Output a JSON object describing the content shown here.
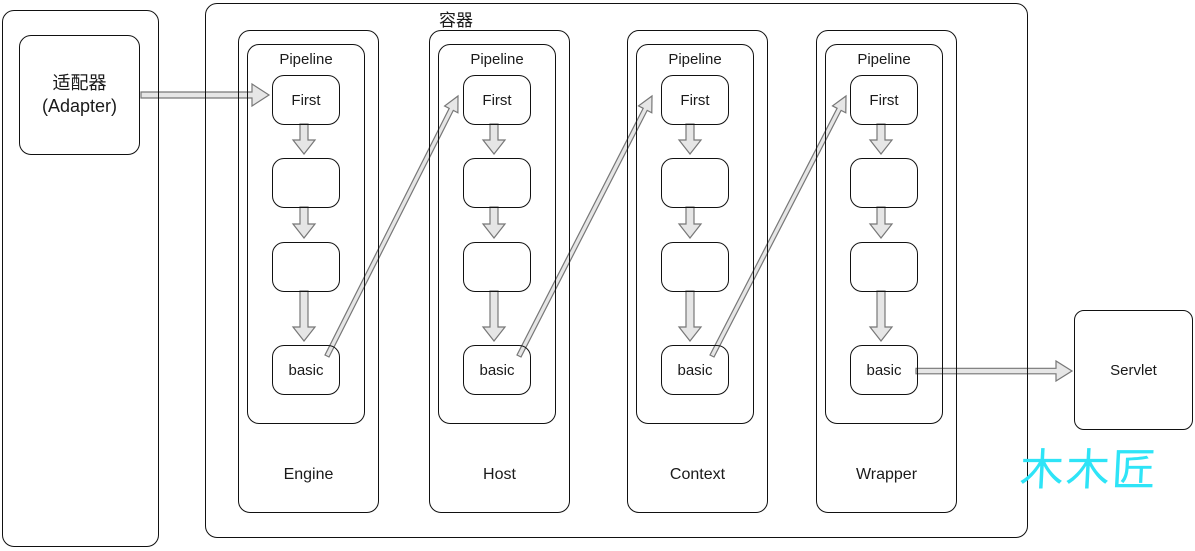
{
  "diagram": {
    "container_label": "容器",
    "adapter": {
      "title": "适配器",
      "subtitle": "(Adapter)"
    },
    "servlet": {
      "label": "Servlet"
    },
    "watermark": "木木匠",
    "columns": [
      {
        "name": "Engine",
        "pipeline": "Pipeline",
        "first": "First",
        "basic": "basic"
      },
      {
        "name": "Host",
        "pipeline": "Pipeline",
        "first": "First",
        "basic": "basic"
      },
      {
        "name": "Context",
        "pipeline": "Pipeline",
        "first": "First",
        "basic": "basic"
      },
      {
        "name": "Wrapper",
        "pipeline": "Pipeline",
        "first": "First",
        "basic": "basic"
      }
    ],
    "colors": {
      "line": "#111111",
      "arrow_fill": "#e6e6e6",
      "arrow_stroke": "#777777",
      "watermark": "#2ee4f7",
      "background": "#ffffff",
      "text": "#1a1a1a"
    }
  }
}
